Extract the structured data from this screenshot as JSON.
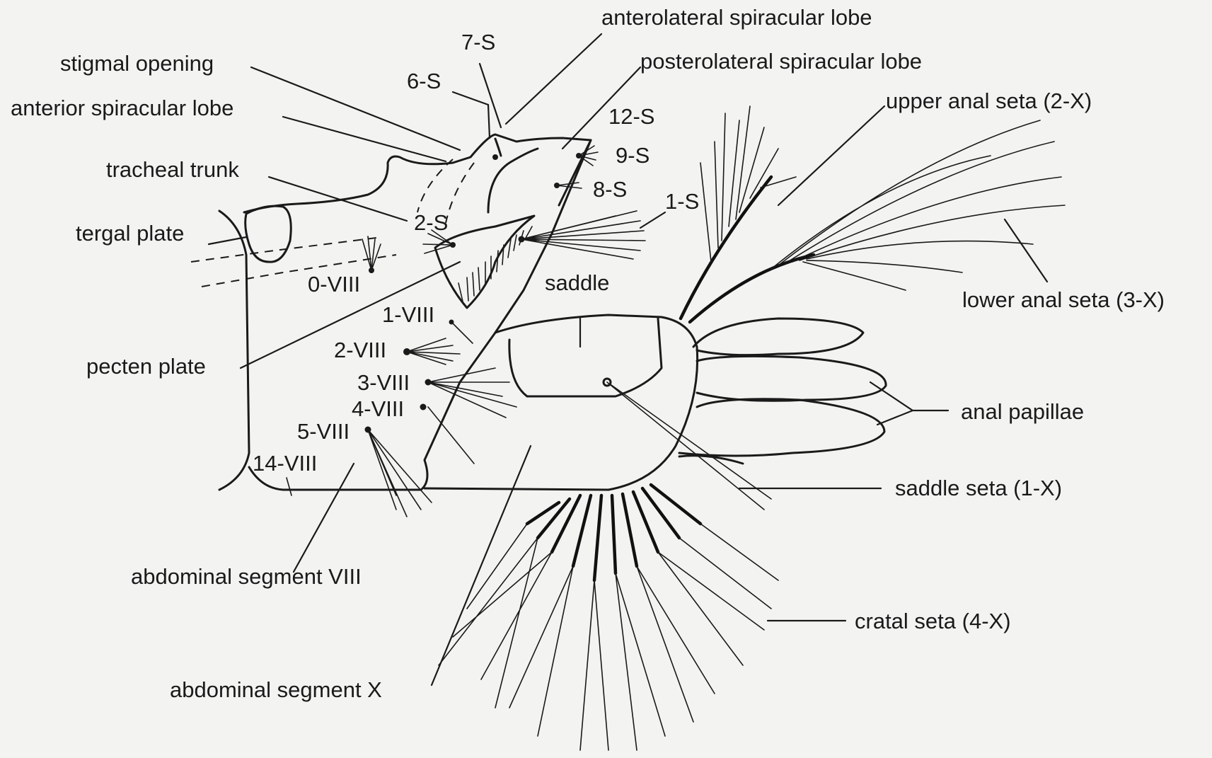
{
  "labels": {
    "anterolateral_spiracular_lobe": "anterolateral spiracular lobe",
    "seta_7s": "7-S",
    "stigmal_opening": "stigmal opening",
    "posterolateral_spiracular_lobe": "posterolateral spiracular lobe",
    "seta_6s": "6-S",
    "anterior_spiracular_lobe": "anterior spiracular lobe",
    "seta_12s": "12-S",
    "upper_anal_seta": "upper anal seta (2-X)",
    "seta_9s": "9-S",
    "tracheal_trunk": "tracheal trunk",
    "seta_8s": "8-S",
    "seta_1s": "1-S",
    "seta_2s": "2-S",
    "tergal_plate": "tergal plate",
    "seta_0viii": "0-VIII",
    "saddle": "saddle",
    "lower_anal_seta": "lower anal seta (3-X)",
    "seta_1viii": "1-VIII",
    "seta_2viii": "2-VIII",
    "pecten_plate": "pecten plate",
    "seta_3viii": "3-VIII",
    "seta_4viii": "4-VIII",
    "anal_papillae": "anal papillae",
    "seta_5viii": "5-VIII",
    "seta_14viii": "14-VIII",
    "saddle_seta": "saddle seta (1-X)",
    "abdominal_segment_viii": "abdominal segment VIII",
    "cratal_seta": "cratal seta (4-X)",
    "abdominal_segment_x": "abdominal segment X"
  },
  "colors": {
    "ink": "#1a1a1a",
    "paper": "#f3f3f1"
  }
}
